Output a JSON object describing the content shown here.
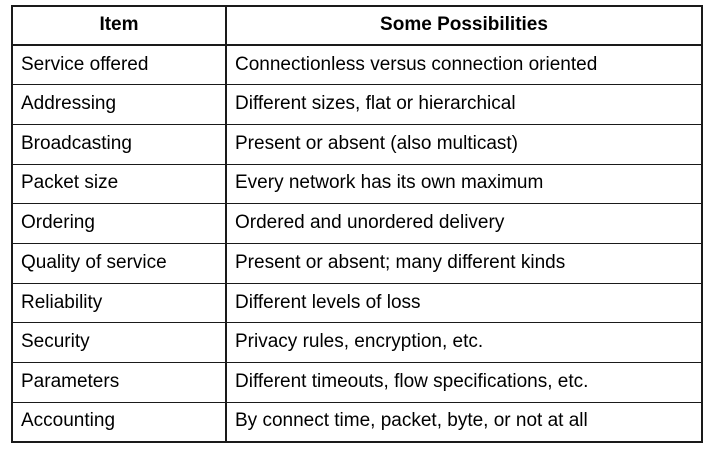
{
  "table": {
    "columns": [
      {
        "id": "item",
        "label": "Item",
        "align": "center"
      },
      {
        "id": "possibilities",
        "label": "Some Possibilities",
        "align": "center"
      }
    ],
    "rows": [
      {
        "item": "Service offered",
        "possibilities": "Connectionless versus connection oriented"
      },
      {
        "item": "Addressing",
        "possibilities": "Different sizes, flat or hierarchical"
      },
      {
        "item": "Broadcasting",
        "possibilities": "Present or absent (also multicast)"
      },
      {
        "item": "Packet size",
        "possibilities": "Every network has its own maximum"
      },
      {
        "item": "Ordering",
        "possibilities": "Ordered and unordered delivery"
      },
      {
        "item": "Quality of service",
        "possibilities": "Present or absent; many different kinds"
      },
      {
        "item": "Reliability",
        "possibilities": "Different levels of loss"
      },
      {
        "item": "Security",
        "possibilities": "Privacy rules, encryption, etc."
      },
      {
        "item": "Parameters",
        "possibilities": "Different timeouts, flow specifications, etc."
      },
      {
        "item": "Accounting",
        "possibilities": "By connect time, packet, byte, or not at all"
      }
    ]
  },
  "colors": {
    "border": "#1a1a1a",
    "text": "#000000",
    "background": "#ffffff"
  }
}
